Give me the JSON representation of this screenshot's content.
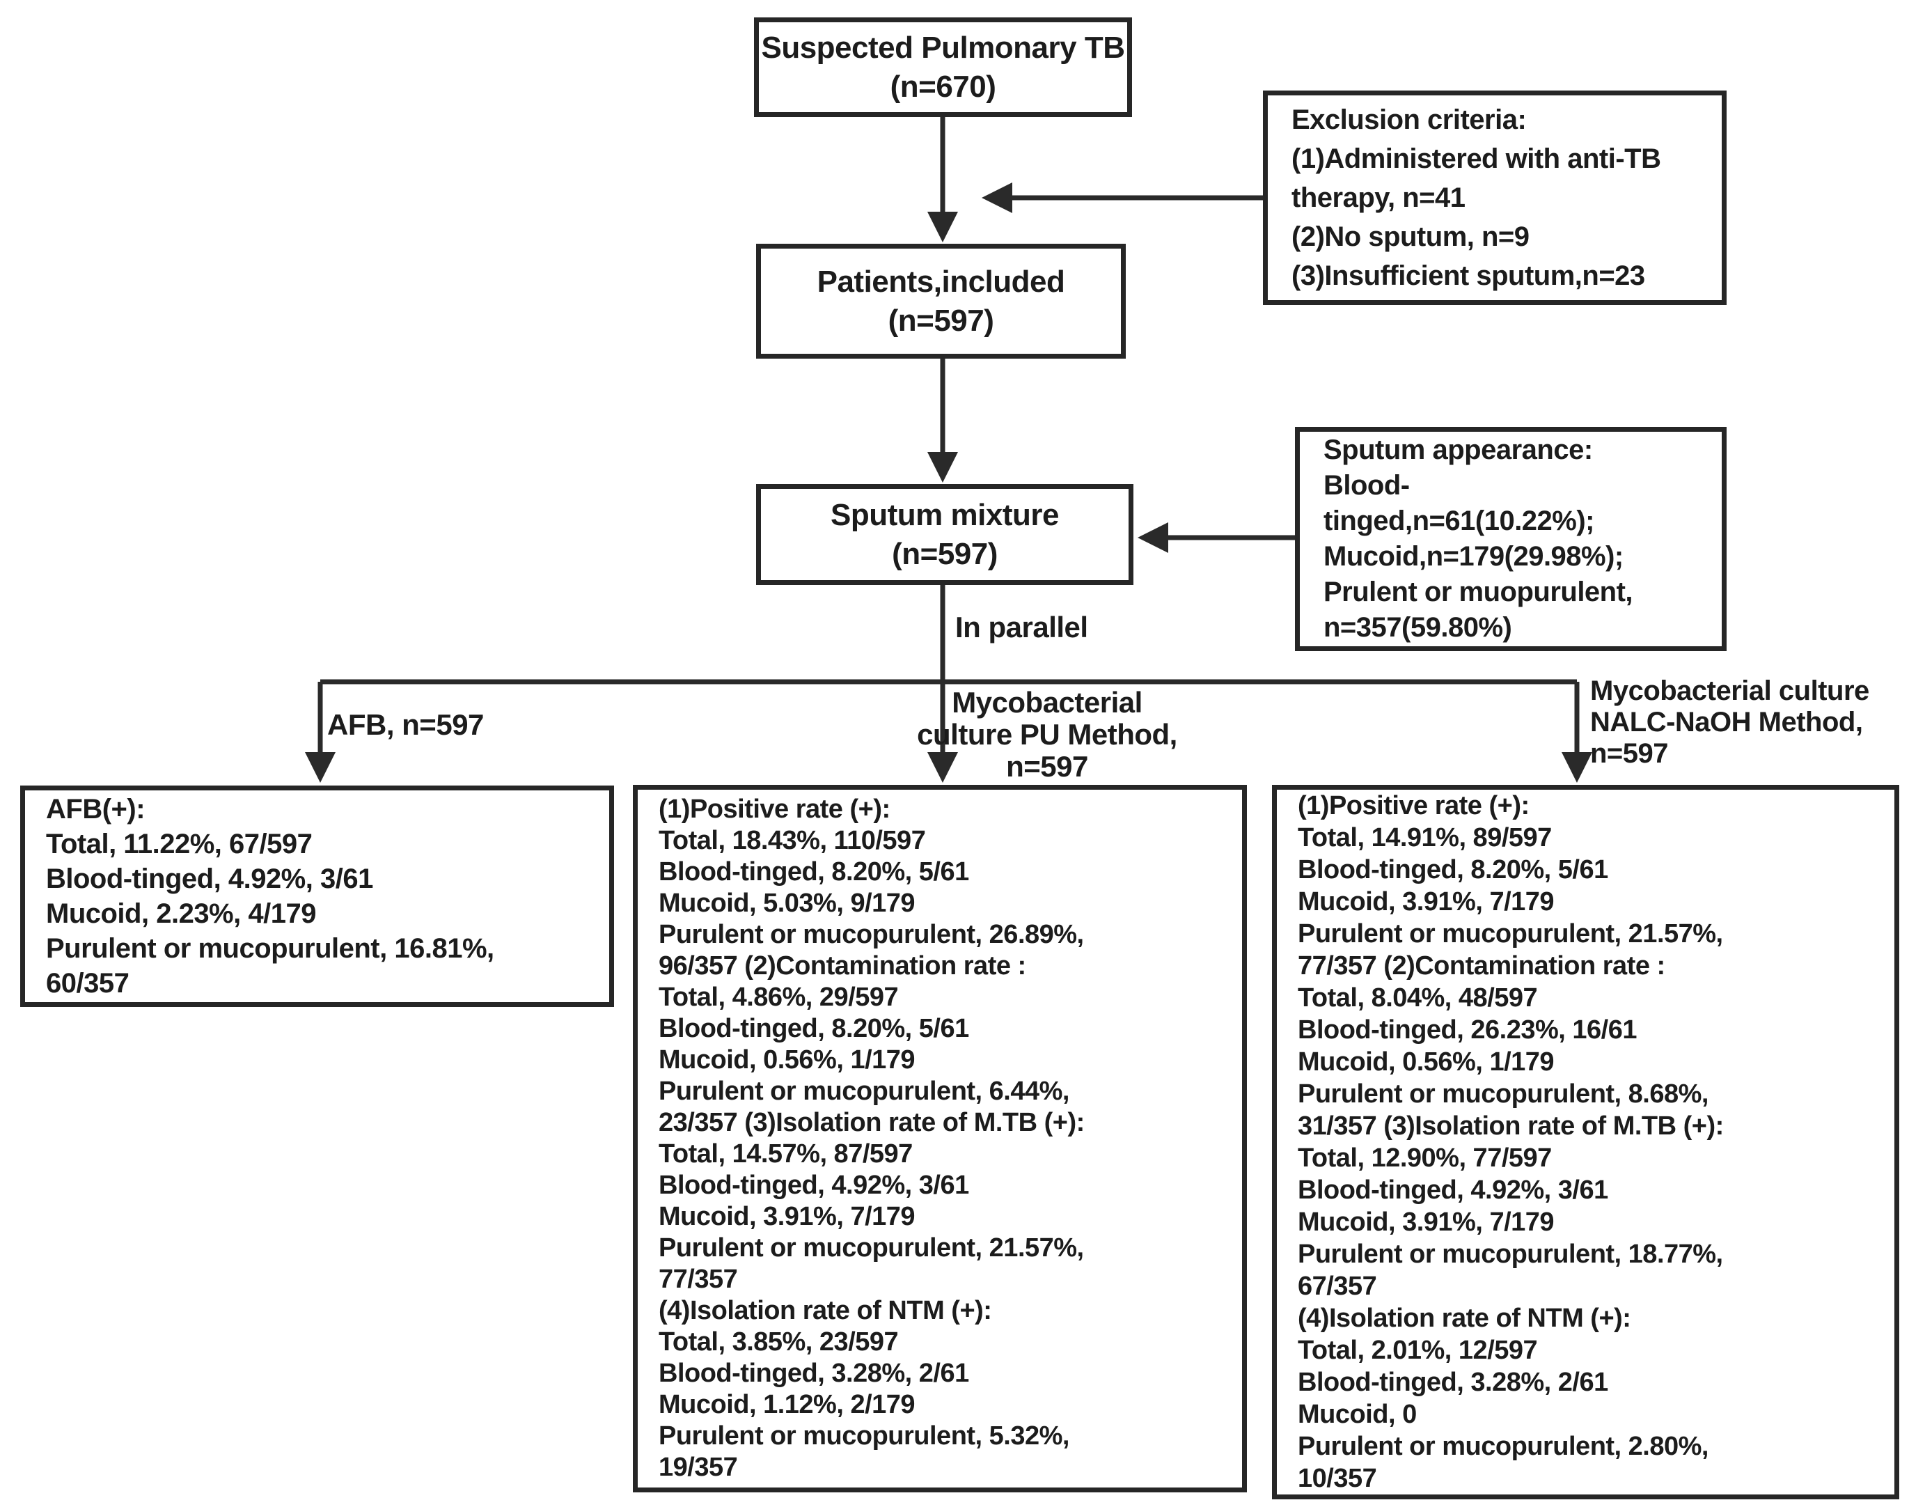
{
  "figure": {
    "title_node": "Suspected Pulmonary TB (n=670)",
    "colors": {
      "background": "#ffffff",
      "border": "#262626",
      "text": "#1c1c1c",
      "line": "#2a2a2a"
    }
  },
  "nodes": {
    "suspected": "Suspected Pulmonary TB\n(n=670)",
    "exclusion": "Exclusion criteria:\n(1)Administered with anti-TB\ntherapy, n=41\n(2)No sputum, n=9\n(3)Insufficient sputum,n=23",
    "patients": "Patients,included\n(n=597)",
    "sputum_mixture": "Sputum mixture\n(n=597)",
    "sputum_appearance": "Sputum appearance:\nBlood-\ntinged,n=61(10.22%);\nMucoid,n=179(29.98%);\nPrulent or muopurulent,\nn=357(59.80%)",
    "afb_result": "AFB(+):\nTotal, 11.22%, 67/597\nBlood-tinged, 4.92%, 3/61\nMucoid, 2.23%, 4/179\nPurulent or mucopurulent, 16.81%,\n60/357",
    "pu_result": "(1)Positive rate (+):\nTotal, 18.43%, 110/597\nBlood-tinged, 8.20%, 5/61\nMucoid, 5.03%, 9/179\nPurulent or mucopurulent, 26.89%,\n96/357 (2)Contamination rate :\nTotal, 4.86%, 29/597\nBlood-tinged, 8.20%, 5/61\nMucoid, 0.56%, 1/179\nPurulent or mucopurulent, 6.44%,\n23/357 (3)Isolation rate of M.TB (+):\nTotal, 14.57%, 87/597\nBlood-tinged, 4.92%, 3/61\nMucoid, 3.91%, 7/179\nPurulent or mucopurulent, 21.57%,\n77/357\n(4)Isolation rate of NTM (+):\nTotal, 3.85%, 23/597\nBlood-tinged, 3.28%, 2/61\nMucoid, 1.12%, 2/179\nPurulent or mucopurulent, 5.32%,\n19/357",
    "nalc_result": "(1)Positive rate (+):\nTotal, 14.91%, 89/597\nBlood-tinged, 8.20%, 5/61\nMucoid, 3.91%, 7/179\nPurulent or mucopurulent, 21.57%,\n77/357 (2)Contamination rate :\nTotal, 8.04%, 48/597\nBlood-tinged, 26.23%, 16/61\nMucoid, 0.56%, 1/179\nPurulent or mucopurulent, 8.68%,\n31/357 (3)Isolation rate of M.TB (+):\nTotal, 12.90%, 77/597\nBlood-tinged, 4.92%, 3/61\nMucoid, 3.91%, 7/179\nPurulent or mucopurulent, 18.77%,\n67/357\n(4)Isolation rate of NTM (+):\nTotal, 2.01%, 12/597\nBlood-tinged, 3.28%, 2/61\nMucoid, 0\nPurulent or mucopurulent, 2.80%,\n10/357"
  },
  "labels": {
    "in_parallel": "In parallel",
    "afb_branch": "AFB, n=597",
    "pu_branch": "Mycobacterial\nculture PU Method,\nn=597",
    "nalc_branch": "Mycobacterial culture\nNALC-NaOH Method,\nn=597"
  }
}
